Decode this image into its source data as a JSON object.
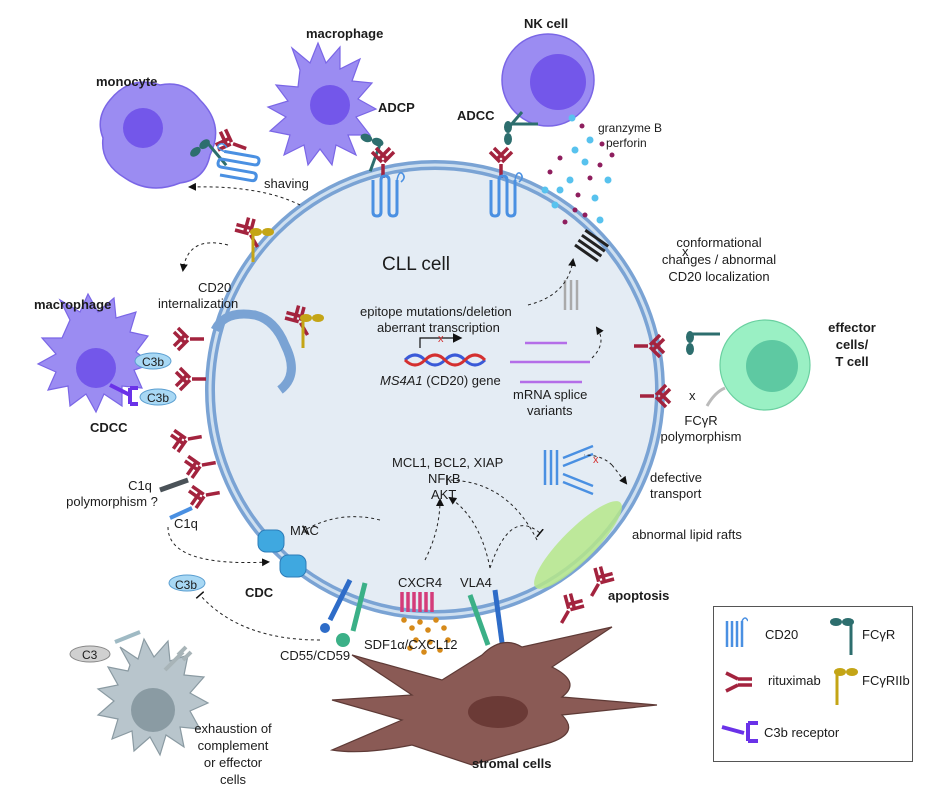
{
  "figure": {
    "title": "CLL cell",
    "colors": {
      "cell_fill": "#e4ecf4",
      "membrane": "#7aa3d4",
      "cd20": "#4a90e2",
      "rituximab": "#a3233e",
      "fcgr": "#2d6e6e",
      "fcgr2b": "#c4a516",
      "c3b_receptor": "#6a32e8",
      "immune_cell": "#9b8cf2",
      "immune_nucleus": "#7357ea",
      "t_cell": "#9af0c4",
      "t_nucleus": "#5ec9a2",
      "stromal": "#8a5a55",
      "stromal_nucleus": "#6b3a36",
      "exhausted_cell": "#b8c5cc",
      "lipid_raft": "#b6e88a",
      "granzyme": "#58c2ee",
      "perforin": "#8e1e5e",
      "sdf1": "#d68a1a",
      "cxcr4": "#d43c7a",
      "mac": "#3fa8e0"
    }
  },
  "labels": {
    "monocyte": "monocyte",
    "macrophage_top": "macrophage",
    "adcp": "ADCP",
    "nk_cell": "NK cell",
    "adcc": "ADCC",
    "granzyme": "granzyme B",
    "perforin": "perforin",
    "shaving": "shaving",
    "cd20_internalization_1": "CD20",
    "cd20_internalization_2": "internalization",
    "conformational_1": "conformational",
    "conformational_2": "changes / abnormal",
    "conformational_3": "CD20 localization",
    "epitope_1": "epitope mutations/deletion",
    "epitope_2": "aberrant transcription",
    "gene_name": "MS4A1",
    "gene_suffix": " (CD20) gene",
    "mrna_1": "mRNA splice",
    "mrna_2": "variants",
    "macrophage_left": "macrophage",
    "c3b_1": "C3b",
    "c3b_2": "C3b",
    "cdcc": "CDCC",
    "effector_1": "effector",
    "effector_2": "cells/",
    "effector_3": "T cell",
    "fcgr_poly_1": "FCγR",
    "fcgr_poly_2": "polymorphism",
    "x_mark": "x",
    "mcl1": "MCL1, BCL2, XIAP",
    "nfkb": "NFκB",
    "akt": "AKT",
    "defective_1": "defective",
    "defective_2": "transport",
    "c1q_poly_1": "C1q",
    "c1q_poly_2": "polymorphism ?",
    "c1q": "C1q",
    "mac": "MAC",
    "lipid_rafts": "abnormal lipid rafts",
    "c3b_3": "C3b",
    "cdc": "CDC",
    "cxcr4": "CXCR4",
    "vla4": "VLA4",
    "apoptosis": "apoptosis",
    "c3": "C3",
    "cd55": "CD55/CD59",
    "sdf1": "SDF1α/CXCL12",
    "exhaustion_1": "exhaustion of",
    "exhaustion_2": "complement",
    "exhaustion_3": "or effector",
    "exhaustion_4": "cells",
    "stromal": "stromal cells"
  },
  "legend": {
    "items": [
      {
        "icon": "cd20-icon",
        "label": "CD20"
      },
      {
        "icon": "fcgr-icon",
        "label": "FCγR"
      },
      {
        "icon": "rituximab-icon",
        "label": "rituximab"
      },
      {
        "icon": "fcgr2b-icon",
        "label": "FCγRIIb"
      },
      {
        "icon": "c3b-receptor-icon",
        "label": "C3b receptor"
      }
    ]
  }
}
